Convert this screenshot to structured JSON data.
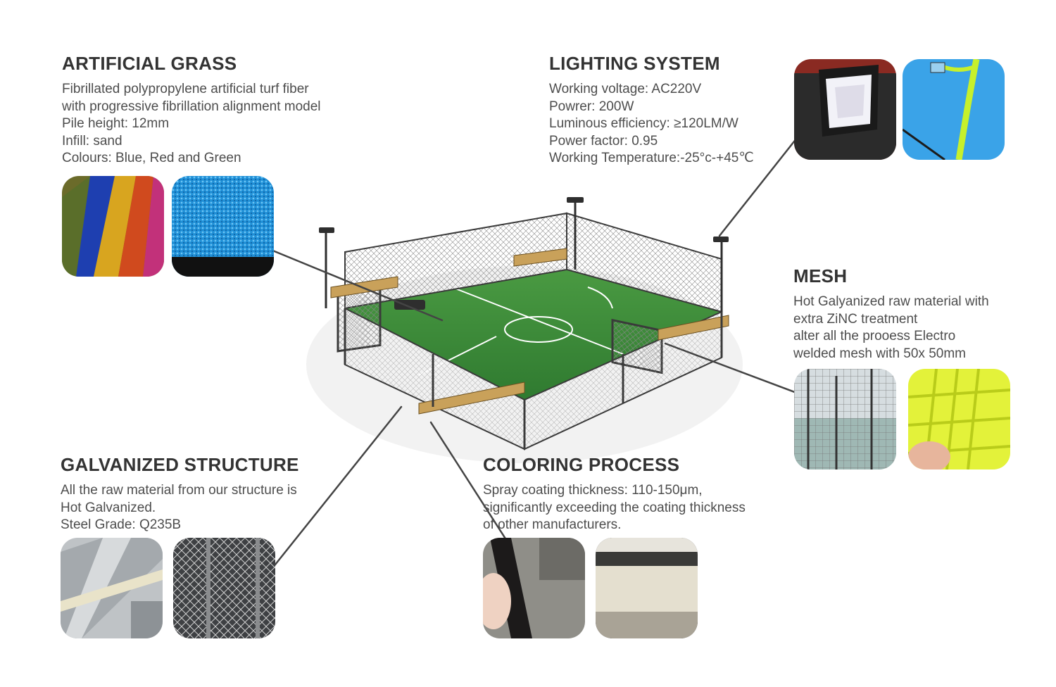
{
  "sections": {
    "artificial_grass": {
      "title": "ARTIFICIAL GRASS",
      "lines": [
        "Fibrillated polypropylene artificial turf fiber",
        "with progressive fibrillation alignment model",
        "Pile height: 12mm",
        "Infill: sand",
        "Colours: Blue, Red and Green"
      ],
      "images": [
        "multicolor-turf-samples",
        "blue-turf-closeup"
      ]
    },
    "lighting_system": {
      "title": "LIGHTING SYSTEM",
      "lines": [
        "Working voltage: AC220V",
        "Powrer: 200W",
        "Luminous efficiency: ≥120LM/W",
        "Power factor: 0.95",
        "Working Temperature:-25°c-+45℃"
      ],
      "images": [
        "led-floodlight",
        "light-pole-against-sky"
      ]
    },
    "mesh": {
      "title": "MESH",
      "lines": [
        "Hot Galyanized raw material with",
        "extra ZiNC treatment",
        "alter all the prooess Electro",
        "welded mesh with 50x 50mm"
      ],
      "images": [
        "welded-mesh-panels",
        "yellow-mesh-closeup"
      ]
    },
    "galvanized_structure": {
      "title": "GALVANIZED STRUCTURE",
      "lines": [
        "All the raw material from our structure is",
        "Hot Galvanized.",
        "Steel Grade: Q235B"
      ],
      "images": [
        "galvanized-steel-measured",
        "chain-link-fence-frame"
      ]
    },
    "coloring_process": {
      "title": "COLORING PROCESS",
      "lines": [
        "Spray coating thickness: 110-150μm,",
        "significantly exceeding the coating thickness",
        "of other manufacturers."
      ],
      "images": [
        "black-coated-tube-in-hand",
        "coated-steel-profile"
      ]
    }
  },
  "colors": {
    "turf_green": "#3f8f3a",
    "turf_green_dark": "#2f7a30",
    "frame_dark": "#3a3a3a",
    "bench_wood": "#c9a15a",
    "connector": "#444444"
  }
}
